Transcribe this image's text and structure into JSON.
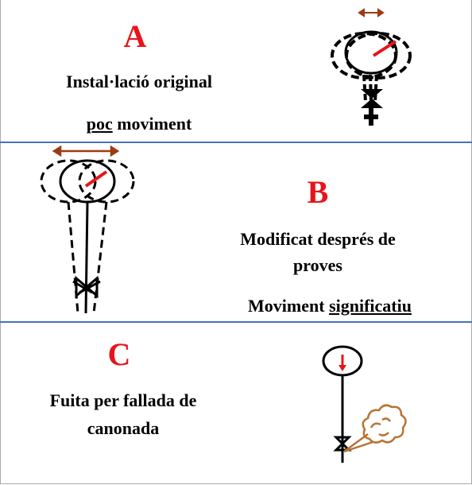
{
  "panels": [
    {
      "letter": "A",
      "line1": "Instal·lació original",
      "line2_underlined": "poc",
      "line2_rest": " moviment"
    },
    {
      "letter": "B",
      "line1": "Modificat després de",
      "line2": "proves",
      "line3_plain": "Moviment ",
      "line3_underlined": "significatiu"
    },
    {
      "letter": "C",
      "line1": "Fuita per fallada de",
      "line2": "canonada"
    }
  ],
  "colors": {
    "letter": "#e8141b",
    "movement_arrow": "#9e3a14",
    "pointer": "#e8141b",
    "leak": "#b87333",
    "divider": "#4472c4"
  }
}
